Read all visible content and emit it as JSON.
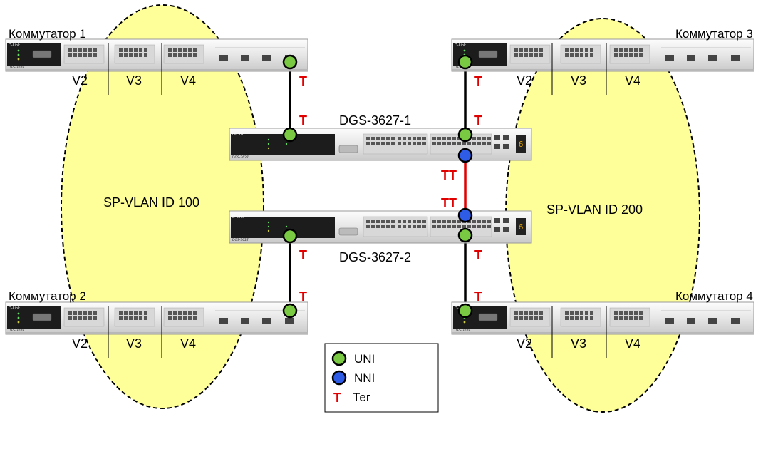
{
  "colors": {
    "uni": "#7ac943",
    "nni": "#2e5ce6",
    "tag": "#e00000",
    "vlan_fill": "#ffff99",
    "link_black": "#000000",
    "link_red": "#e00000"
  },
  "vlan100": {
    "label": "SP-VLAN ID 100"
  },
  "vlan200": {
    "label": "SP-VLAN ID 200"
  },
  "switches": {
    "s1": {
      "title": "Коммутатор 1",
      "ports": [
        "V2",
        "V3",
        "V4"
      ]
    },
    "s2": {
      "title": "Коммутатор 2",
      "ports": [
        "V2",
        "V3",
        "V4"
      ]
    },
    "s3": {
      "title": "Коммутатор 3",
      "ports": [
        "V2",
        "V3",
        "V4"
      ]
    },
    "s4": {
      "title": "Коммутатор 4",
      "ports": [
        "V2",
        "V3",
        "V4"
      ]
    }
  },
  "core": {
    "c1": {
      "title": "DGS-3627-1"
    },
    "c2": {
      "title": "DGS-3627-2"
    }
  },
  "tags": {
    "single": "T",
    "double": "TT"
  },
  "legend": {
    "uni": "UNI",
    "nni": "NNI",
    "tag_symbol": "T",
    "tag_label": "Тег"
  }
}
